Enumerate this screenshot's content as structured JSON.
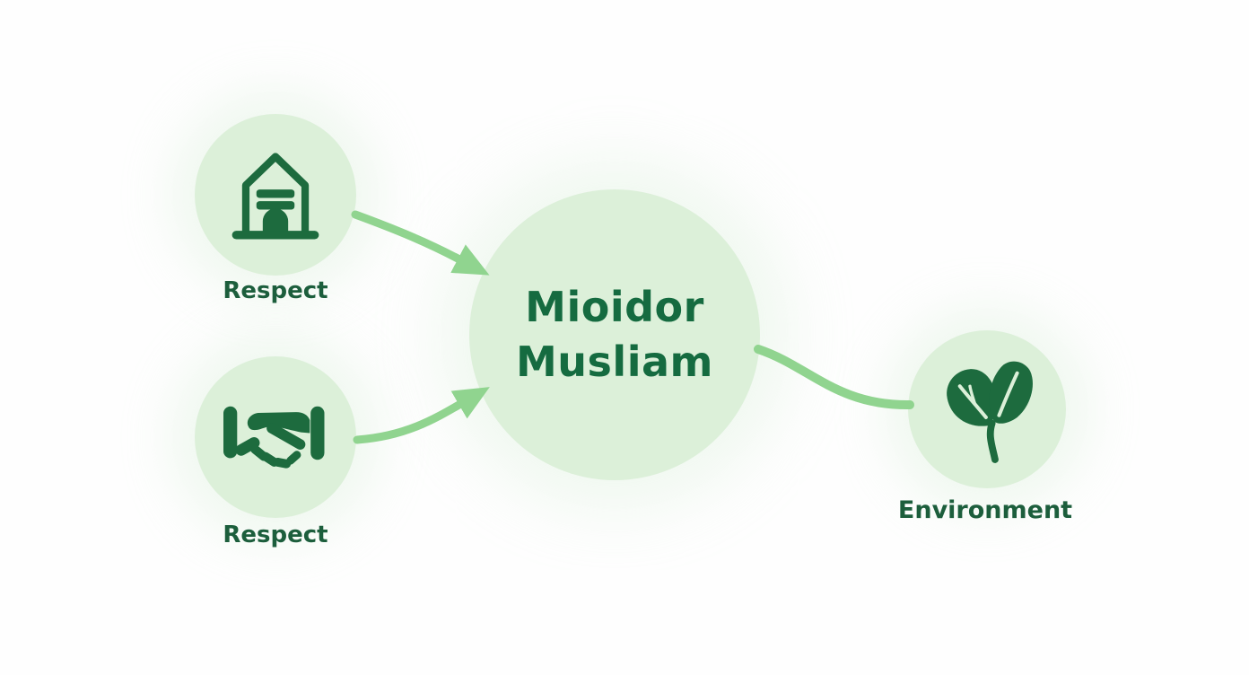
{
  "diagram": {
    "center_node": {
      "line1": "Mioidor",
      "line2": "Musliam"
    },
    "nodes": [
      {
        "id": "respect-housing",
        "label": "Respect",
        "icon": "house-icon"
      },
      {
        "id": "respect-handshake",
        "label": "Respect",
        "icon": "handshake-icon"
      },
      {
        "id": "environment",
        "label": "Environment",
        "icon": "leaf-icon"
      }
    ],
    "connectors": [
      {
        "from": "respect-housing",
        "to": "center",
        "style": "curved-arrow"
      },
      {
        "from": "respect-handshake",
        "to": "center",
        "style": "curved-arrow"
      },
      {
        "from": "center",
        "to": "environment",
        "style": "curved-line"
      }
    ],
    "colors": {
      "background": "#fefefe",
      "node_fill": "#dcf0d9",
      "icon_green": "#1d6b3e",
      "center_text_green": "#156b40",
      "label_green": "#1c5e3c",
      "arrow_green": "#90d48f"
    }
  }
}
